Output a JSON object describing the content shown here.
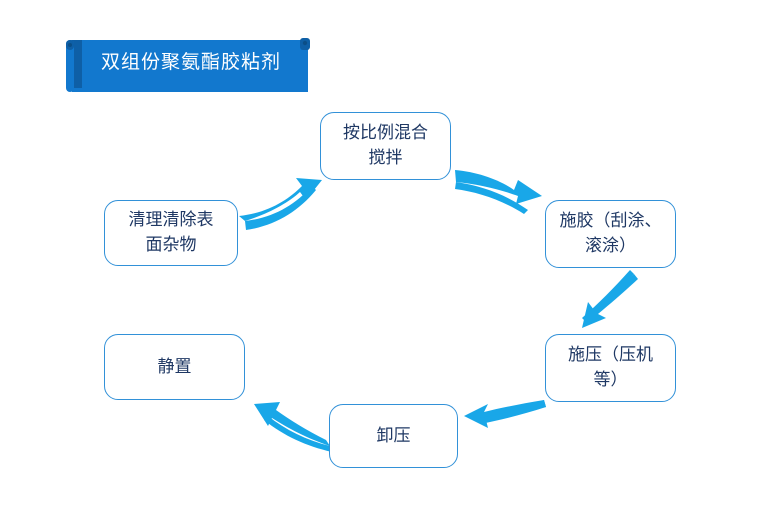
{
  "title_banner": {
    "label": "双组份聚氨酯胶粘剂",
    "fill_color": "#1278CE",
    "roll_color": "#0E5FA6",
    "text_color": "#FFFFFF"
  },
  "theme": {
    "node_border": "#3291D8",
    "node_fill": "#FFFFFF",
    "node_text": "#1F3864",
    "arrow_color": "#19A7E8",
    "background": "#FFFFFF"
  },
  "nodes": [
    {
      "id": "clean",
      "label_line1": "清理清除表",
      "label_line2": "面杂物",
      "label": "清理清除表面杂物"
    },
    {
      "id": "mix",
      "label_line1": "按比例混合",
      "label_line2": "搅拌",
      "label": "按比例混合搅拌"
    },
    {
      "id": "glue",
      "label_line1": "施胶（刮涂、",
      "label_line2": "滚涂）",
      "label": "施胶（刮涂、滚涂）"
    },
    {
      "id": "press",
      "label_line1": "施压（压机",
      "label_line2": "等）",
      "label": "施压（压机等）"
    },
    {
      "id": "unload",
      "label_line1": "卸压",
      "label_line2": "",
      "label": "卸压"
    },
    {
      "id": "rest",
      "label_line1": "静置",
      "label_line2": "",
      "label": "静置"
    }
  ],
  "arrows": [
    {
      "id": "clean-to-mix",
      "from": "clean",
      "to": "mix",
      "direction": "up-right"
    },
    {
      "id": "mix-to-glue",
      "from": "mix",
      "to": "glue",
      "direction": "down-right"
    },
    {
      "id": "glue-to-press",
      "from": "glue",
      "to": "press",
      "direction": "down-left"
    },
    {
      "id": "press-to-unload",
      "from": "press",
      "to": "unload",
      "direction": "left-down"
    },
    {
      "id": "unload-to-rest",
      "from": "unload",
      "to": "rest",
      "direction": "up-left"
    }
  ]
}
